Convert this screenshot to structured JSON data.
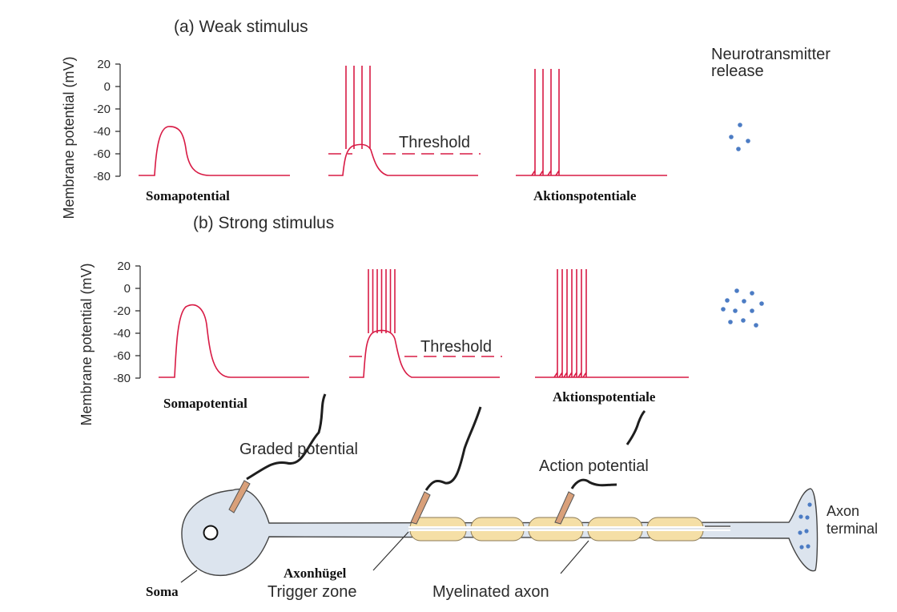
{
  "panels": {
    "weak": {
      "title": "(a) Weak stimulus",
      "ylabel": "Membrane potential (mV)",
      "ticks": [
        "20",
        "0",
        "-20",
        "-40",
        "-60",
        "-80"
      ],
      "soma_label": "Somapotential",
      "threshold_label": "Threshold",
      "ap_label": "Aktionspotentiale",
      "spike_count": 4
    },
    "strong": {
      "title": "(b) Strong stimulus",
      "ylabel": "Membrane potential (mV)",
      "ticks": [
        "20",
        "0",
        "-20",
        "-40",
        "-60",
        "-80"
      ],
      "soma_label": "Somapotential",
      "threshold_label": "Threshold",
      "ap_label": "Aktionspotentiale",
      "spike_count": 7
    }
  },
  "release_label": "Neurotransmitter\nrelease",
  "neuron": {
    "graded_label": "Graded potential",
    "action_label": "Action potential",
    "soma_label": "Soma",
    "axonhugel_label": "Axonhügel",
    "trigger_label": "Trigger zone",
    "myelin_label": "Myelinated axon",
    "terminal_label": "Axon\nterminal"
  },
  "colors": {
    "trace": "#d81b45",
    "vesicle": "#4c7cc4",
    "soma_fill": "#dce4ee",
    "myelin_fill": "#f5dfa6"
  }
}
